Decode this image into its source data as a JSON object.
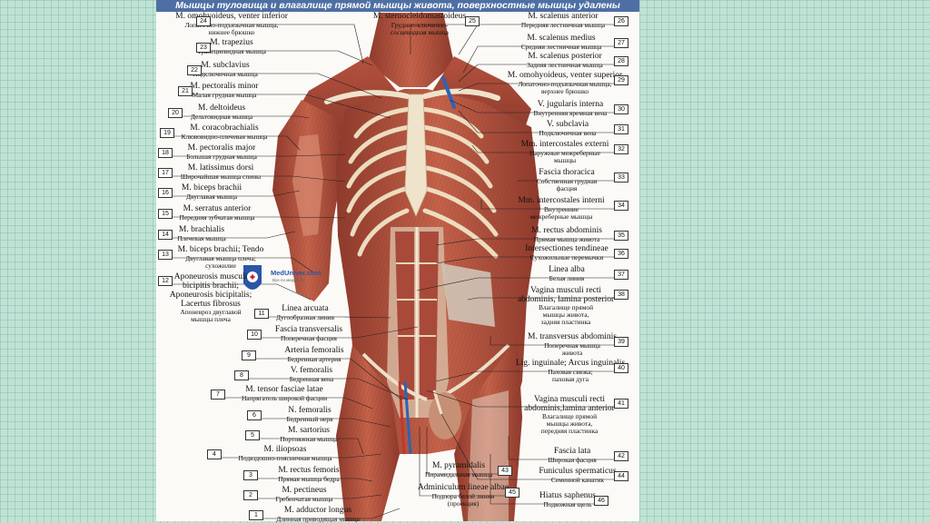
{
  "title": "Мышцы туловища и влагалище прямой мышцы живота, поверхностные мышцы удалены",
  "watermark": {
    "name": "MedUniver.com",
    "tagline": "Все по медицине"
  },
  "colors": {
    "title_bg": "#4e6fa3",
    "muscle": "#b5513e",
    "fascia": "#f0e2c6",
    "accent": "#d61f26"
  },
  "labels_left": [
    {
      "num": "24",
      "lat": "M. omohyoideus, venter inferior",
      "ru": [
        "Лопаточно-подъязычная мышца,",
        "нижнее брюшко"
      ]
    },
    {
      "num": "23",
      "lat": "M. trapezius",
      "ru": [
        "Трапециевидная мышца"
      ]
    },
    {
      "num": "22",
      "lat": "M. subclavius",
      "ru": [
        "Подключичная мышца"
      ]
    },
    {
      "num": "21",
      "lat": "M. pectoralis minor",
      "ru": [
        "Малая грудная мышца"
      ]
    },
    {
      "num": "20",
      "lat": "M. deltoideus",
      "ru": [
        "Дельтовидная мышца"
      ]
    },
    {
      "num": "19",
      "lat": "M. coracobrachialis",
      "ru": [
        "Клювовидно-плечевая мышца"
      ]
    },
    {
      "num": "18",
      "lat": "M. pectoralis major",
      "ru": [
        "Большая грудная мышца"
      ]
    },
    {
      "num": "17",
      "lat": "M. latissimus dorsi",
      "ru": [
        "Широчайшая мышца спины"
      ]
    },
    {
      "num": "16",
      "lat": "M. biceps brachii",
      "ru": [
        "Двуглавая мышца"
      ]
    },
    {
      "num": "15",
      "lat": "M. serratus anterior",
      "ru": [
        "Передняя зубчатая мышца"
      ]
    },
    {
      "num": "14",
      "lat": "M. brachialis",
      "ru": [
        "Плечевая мышца"
      ]
    },
    {
      "num": "13",
      "lat": "M. biceps brachii; Tendo",
      "ru": [
        "Двуглавая мышца плеча;",
        "сухожилие"
      ]
    },
    {
      "num": "12",
      "lat": "Aponeurosis musculi bicipitis brachii; Aponeurosis bicipitalis; Lacertus fibrosus",
      "ru": [
        "Апоневроз двуглавой",
        "мышцы плеча"
      ]
    },
    {
      "num": "11",
      "lat": "Linea arcuata",
      "ru": [
        "Дугообразная линия"
      ]
    },
    {
      "num": "10",
      "lat": "Fascia transversalis",
      "ru": [
        "Поперечная фасция"
      ]
    },
    {
      "num": "9",
      "lat": "Arteria femoralis",
      "ru": [
        "Бедренная артерия"
      ]
    },
    {
      "num": "8",
      "lat": "V. femoralis",
      "ru": [
        "Бедренная вена"
      ]
    },
    {
      "num": "7",
      "lat": "M. tensor fasciae latae",
      "ru": [
        "Напрягатель широкой фасции"
      ]
    },
    {
      "num": "6",
      "lat": "N. femoralis",
      "ru": [
        "Бедренный нерв"
      ]
    },
    {
      "num": "5",
      "lat": "M. sartorius",
      "ru": [
        "Портняжная мышца"
      ]
    },
    {
      "num": "4",
      "lat": "M. iliopsoas",
      "ru": [
        "Подвздошно-поясничная мышца"
      ]
    },
    {
      "num": "3",
      "lat": "M. rectus femoris",
      "ru": [
        "Прямая мышца бедра"
      ]
    },
    {
      "num": "2",
      "lat": "M. pectineus",
      "ru": [
        "Гребенчатая мышца"
      ]
    },
    {
      "num": "1",
      "lat": "M. adductor longus",
      "ru": [
        "Длинная приводящая мышца"
      ]
    }
  ],
  "labels_right": [
    {
      "num": "25",
      "lat": "M. sternocleidomastoideus",
      "ru": [
        "Грудино-ключично-",
        "сосцевидная мышца"
      ]
    },
    {
      "num": "26",
      "lat": "M. scalenus anterior",
      "ru": [
        "Передняя лестничная мышца"
      ]
    },
    {
      "num": "27",
      "lat": "M. scalenus medius",
      "ru": [
        "Средняя лестничная мышца"
      ]
    },
    {
      "num": "28",
      "lat": "M. scalenus posterior",
      "ru": [
        "Задняя лестничная мышца"
      ]
    },
    {
      "num": "29",
      "lat": "M. omohyoideus, venter superior",
      "ru": [
        "Лопаточно-подъязычная мышца,",
        "верхнее брюшко"
      ]
    },
    {
      "num": "30",
      "lat": "V. jugularis interna",
      "ru": [
        "Внутренняя яремная вена"
      ]
    },
    {
      "num": "31",
      "lat": "V. subclavia",
      "ru": [
        "Подключичная вена"
      ]
    },
    {
      "num": "32",
      "lat": "Mm. intercostales externi",
      "ru": [
        "Наружные межреберные",
        "мышцы"
      ]
    },
    {
      "num": "33",
      "lat": "Fascia thoracica",
      "ru": [
        "Собственная грудная",
        "фасция"
      ]
    },
    {
      "num": "34",
      "lat": "Mm. intercostales interni",
      "ru": [
        "Внутренние",
        "межреберные мышцы"
      ]
    },
    {
      "num": "35",
      "lat": "M. rectus abdominis",
      "ru": [
        "Прямая мышца живота"
      ]
    },
    {
      "num": "36",
      "lat": "Intersectiones tendineae",
      "ru": [
        "Сухожильные перемычки"
      ]
    },
    {
      "num": "37",
      "lat": "Linea alba",
      "ru": [
        "Белая линия"
      ]
    },
    {
      "num": "38",
      "lat": "Vagina musculi recti abdominis, lamina posterior",
      "ru": [
        "Влагалище прямой",
        "мышцы живота,",
        "задняя пластинка"
      ]
    },
    {
      "num": "39",
      "lat": "M. transversus abdominis",
      "ru": [
        "Поперечная мышца",
        "живота"
      ]
    },
    {
      "num": "40",
      "lat": "Lig. inguinale; Arcus inguinalis",
      "ru": [
        "Паховая связка;",
        "паховая дуга"
      ]
    },
    {
      "num": "41",
      "lat": "Vagina musculi recti abdominis,lamina anterior",
      "ru": [
        "Влагалище прямой",
        "мышцы живота,",
        "передняя пластинка"
      ]
    },
    {
      "num": "42",
      "lat": "Fascia lata",
      "ru": [
        "Широкая фасция"
      ]
    },
    {
      "num": "43",
      "lat": "M. pyramidalis",
      "ru": [
        "Пирамидальная мышца"
      ]
    },
    {
      "num": "44",
      "lat": "Funiculus spermaticus",
      "ru": [
        "Семенной канатик"
      ]
    },
    {
      "num": "45",
      "lat": "Adminiculum lineae albae",
      "ru": [
        "Подпора белой линии",
        "(проекция)"
      ]
    },
    {
      "num": "46",
      "lat": "Hiatus saphenus",
      "ru": [
        "Подкожная щель"
      ]
    }
  ]
}
